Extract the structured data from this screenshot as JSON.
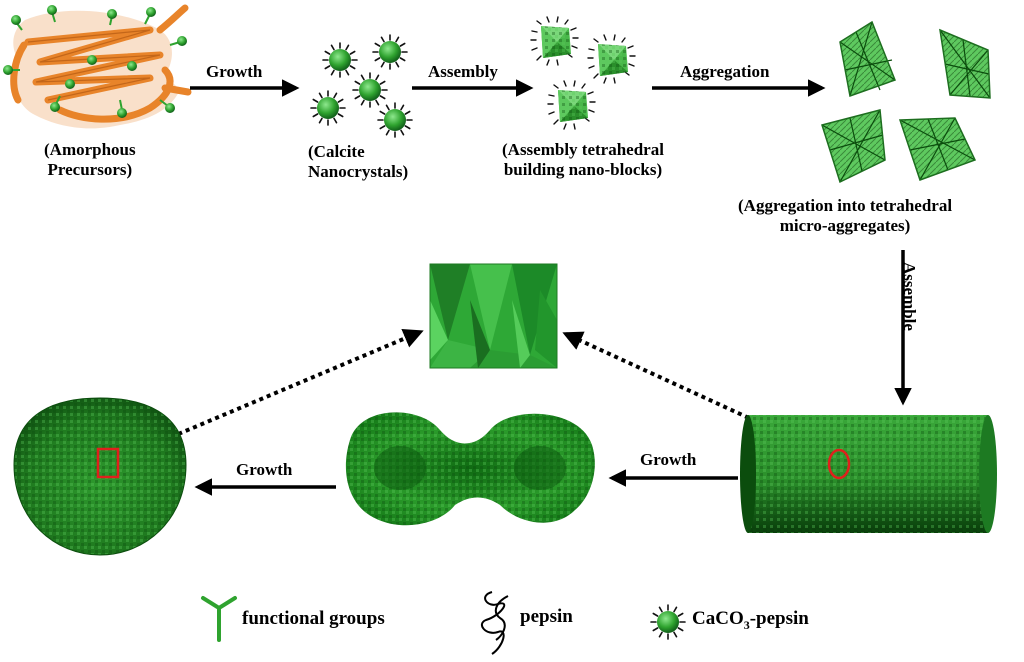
{
  "stages": {
    "amorphous": [
      "(Amorphous",
      "Precursors)"
    ],
    "calcite": [
      "(Calcite",
      "Nanocrystals)"
    ],
    "tetra_blocks": [
      "(Assembly tetrahedral",
      "building nano-blocks)"
    ],
    "micro_agg": [
      "(Aggregation into tetrahedral",
      "micro-aggregates)"
    ]
  },
  "arrows": {
    "growth_1": "Growth",
    "assembly": "Assembly",
    "aggregation": "Aggregation",
    "assemble": "Assemble",
    "growth_2": "Growth",
    "growth_3": "Growth"
  },
  "legend": {
    "functional_groups": "functional groups",
    "pepsin": "pepsin",
    "caco3_main": "CaCO",
    "caco3_sub": "3",
    "caco3_tail": "-pepsin"
  },
  "colors": {
    "protein": "#e8842a",
    "green": "#2fa32f",
    "dark_green": "#0f5a12",
    "highlight": "#e0201c"
  }
}
